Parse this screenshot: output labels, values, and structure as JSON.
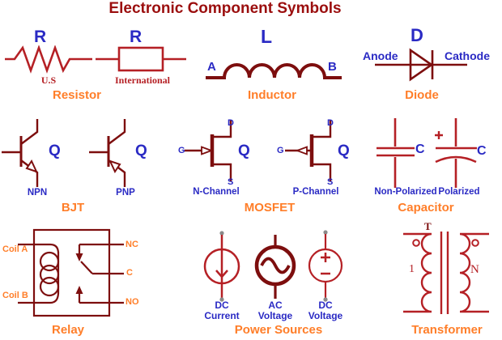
{
  "title": "Electronic Component Symbols",
  "colors": {
    "title_red": "#9b0e0e",
    "symbol_maroon": "#7d0e0e",
    "symbol_red": "#b52025",
    "label_blue": "#2a2ac4",
    "name_orange": "#ff7e29",
    "terminal_dot_gray": "#8a8a8a"
  },
  "resistor": {
    "name": "Resistor",
    "ref_us": "R",
    "ref_intl": "R",
    "label_us": "U.S",
    "label_intl": "International"
  },
  "inductor": {
    "name": "Inductor",
    "ref": "L",
    "terminal_a": "A",
    "terminal_b": "B"
  },
  "diode": {
    "name": "Diode",
    "ref": "D",
    "anode": "Anode",
    "cathode": "Cathode"
  },
  "bjt": {
    "name": "BJT",
    "ref_npn": "Q",
    "ref_pnp": "Q",
    "label_npn": "NPN",
    "label_pnp": "PNP"
  },
  "mosfet": {
    "name": "MOSFET",
    "gate": "G",
    "drain": "D",
    "source": "S",
    "ref_n": "Q",
    "ref_p": "Q",
    "label_n": "N-Channel",
    "label_p": "P-Channel"
  },
  "capacitor": {
    "name": "Capacitor",
    "ref_np": "C",
    "ref_p": "C",
    "label_np": "Non-Polarized",
    "label_p": "Polarized",
    "plus": "+"
  },
  "relay": {
    "name": "Relay",
    "coil_a": "Coil A",
    "coil_b": "Coil B",
    "nc": "NC",
    "c": "C",
    "no": "NO"
  },
  "power": {
    "name": "Power Sources",
    "dc_current_line1": "DC",
    "dc_current_line2": "Current",
    "ac_voltage_line1": "AC",
    "ac_voltage_line2": "Voltage",
    "dc_voltage_line1": "DC",
    "dc_voltage_line2": "Voltage",
    "plus": "+",
    "minus": "−"
  },
  "transformer": {
    "name": "Transformer",
    "ref": "T",
    "primary": "1",
    "secondary": "N"
  }
}
